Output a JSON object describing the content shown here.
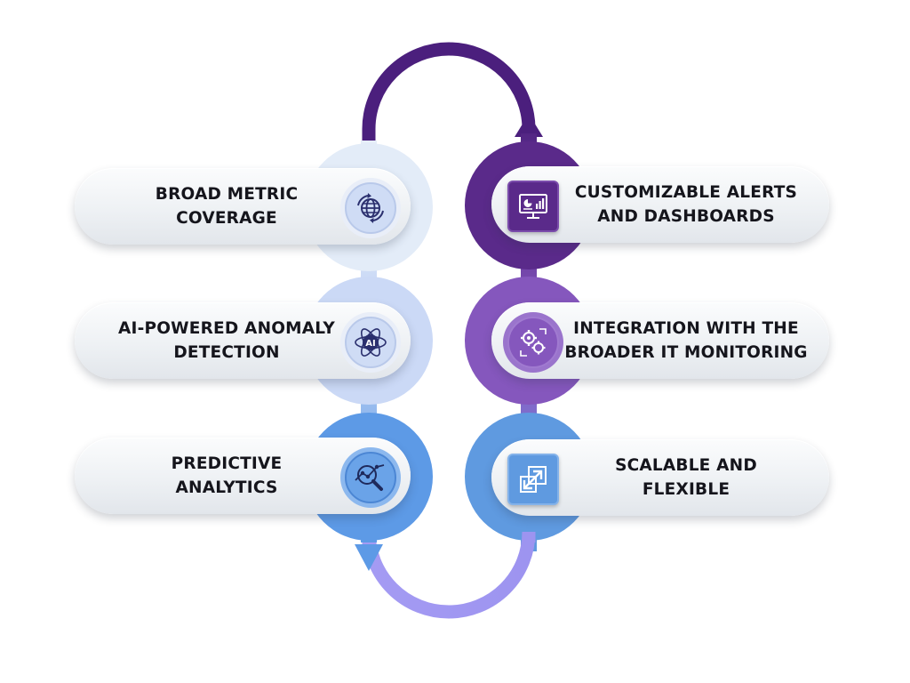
{
  "colors": {
    "loop_top": "#4b1f7d",
    "left_top": "#e3edf9",
    "left_mid": "#cbd9f6",
    "left_bottom": "#5d9ae6",
    "right_top": "#5a2a8a",
    "right_mid": "#8557bd",
    "right_bottom": "#5f9ae0",
    "loop_bottom": "#9c95f2",
    "icon_navy": "#2a2f6e"
  },
  "left_cards": [
    {
      "line1": "BROAD METRIC",
      "line2": "COVERAGE",
      "icon": "globe-icon"
    },
    {
      "line1": "AI-POWERED ANOMALY",
      "line2": "DETECTION",
      "icon": "ai-atom-icon",
      "icon_text": "AI"
    },
    {
      "line1": "PREDICTIVE",
      "line2": "ANALYTICS",
      "icon": "analytics-magnifier-icon"
    }
  ],
  "right_cards": [
    {
      "line1": "CUSTOMIZABLE ALERTS",
      "line2": "AND DASHBOARDS",
      "icon": "dashboard-monitor-icon"
    },
    {
      "line1": "INTEGRATION WITH THE",
      "line2": "BROADER IT MONITORING",
      "icon": "gears-sync-icon"
    },
    {
      "line1": "SCALABLE AND",
      "line2": "FLEXIBLE",
      "icon": "resize-arrow-icon"
    }
  ]
}
